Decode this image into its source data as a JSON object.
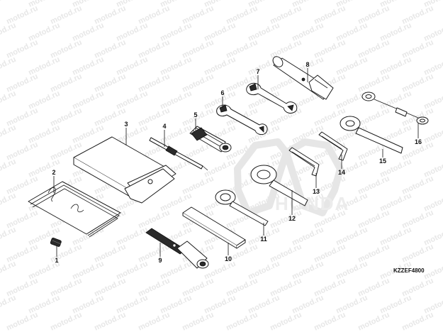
{
  "watermark": {
    "text": "motod.ru"
  },
  "brand_logo": {
    "text": "HONDA"
  },
  "part_code": "KZZEF4800",
  "parts": [
    {
      "number": "1"
    },
    {
      "number": "2"
    },
    {
      "number": "3"
    },
    {
      "number": "4"
    },
    {
      "number": "5"
    },
    {
      "number": "6"
    },
    {
      "number": "7"
    },
    {
      "number": "8"
    },
    {
      "number": "9"
    },
    {
      "number": "10"
    },
    {
      "number": "11"
    },
    {
      "number": "12"
    },
    {
      "number": "13"
    },
    {
      "number": "14"
    },
    {
      "number": "15"
    },
    {
      "number": "16"
    }
  ],
  "colors": {
    "line": "#1a1a1a",
    "watermark": "#e7e7e7",
    "logo": "#ececec",
    "background": "#ffffff"
  }
}
